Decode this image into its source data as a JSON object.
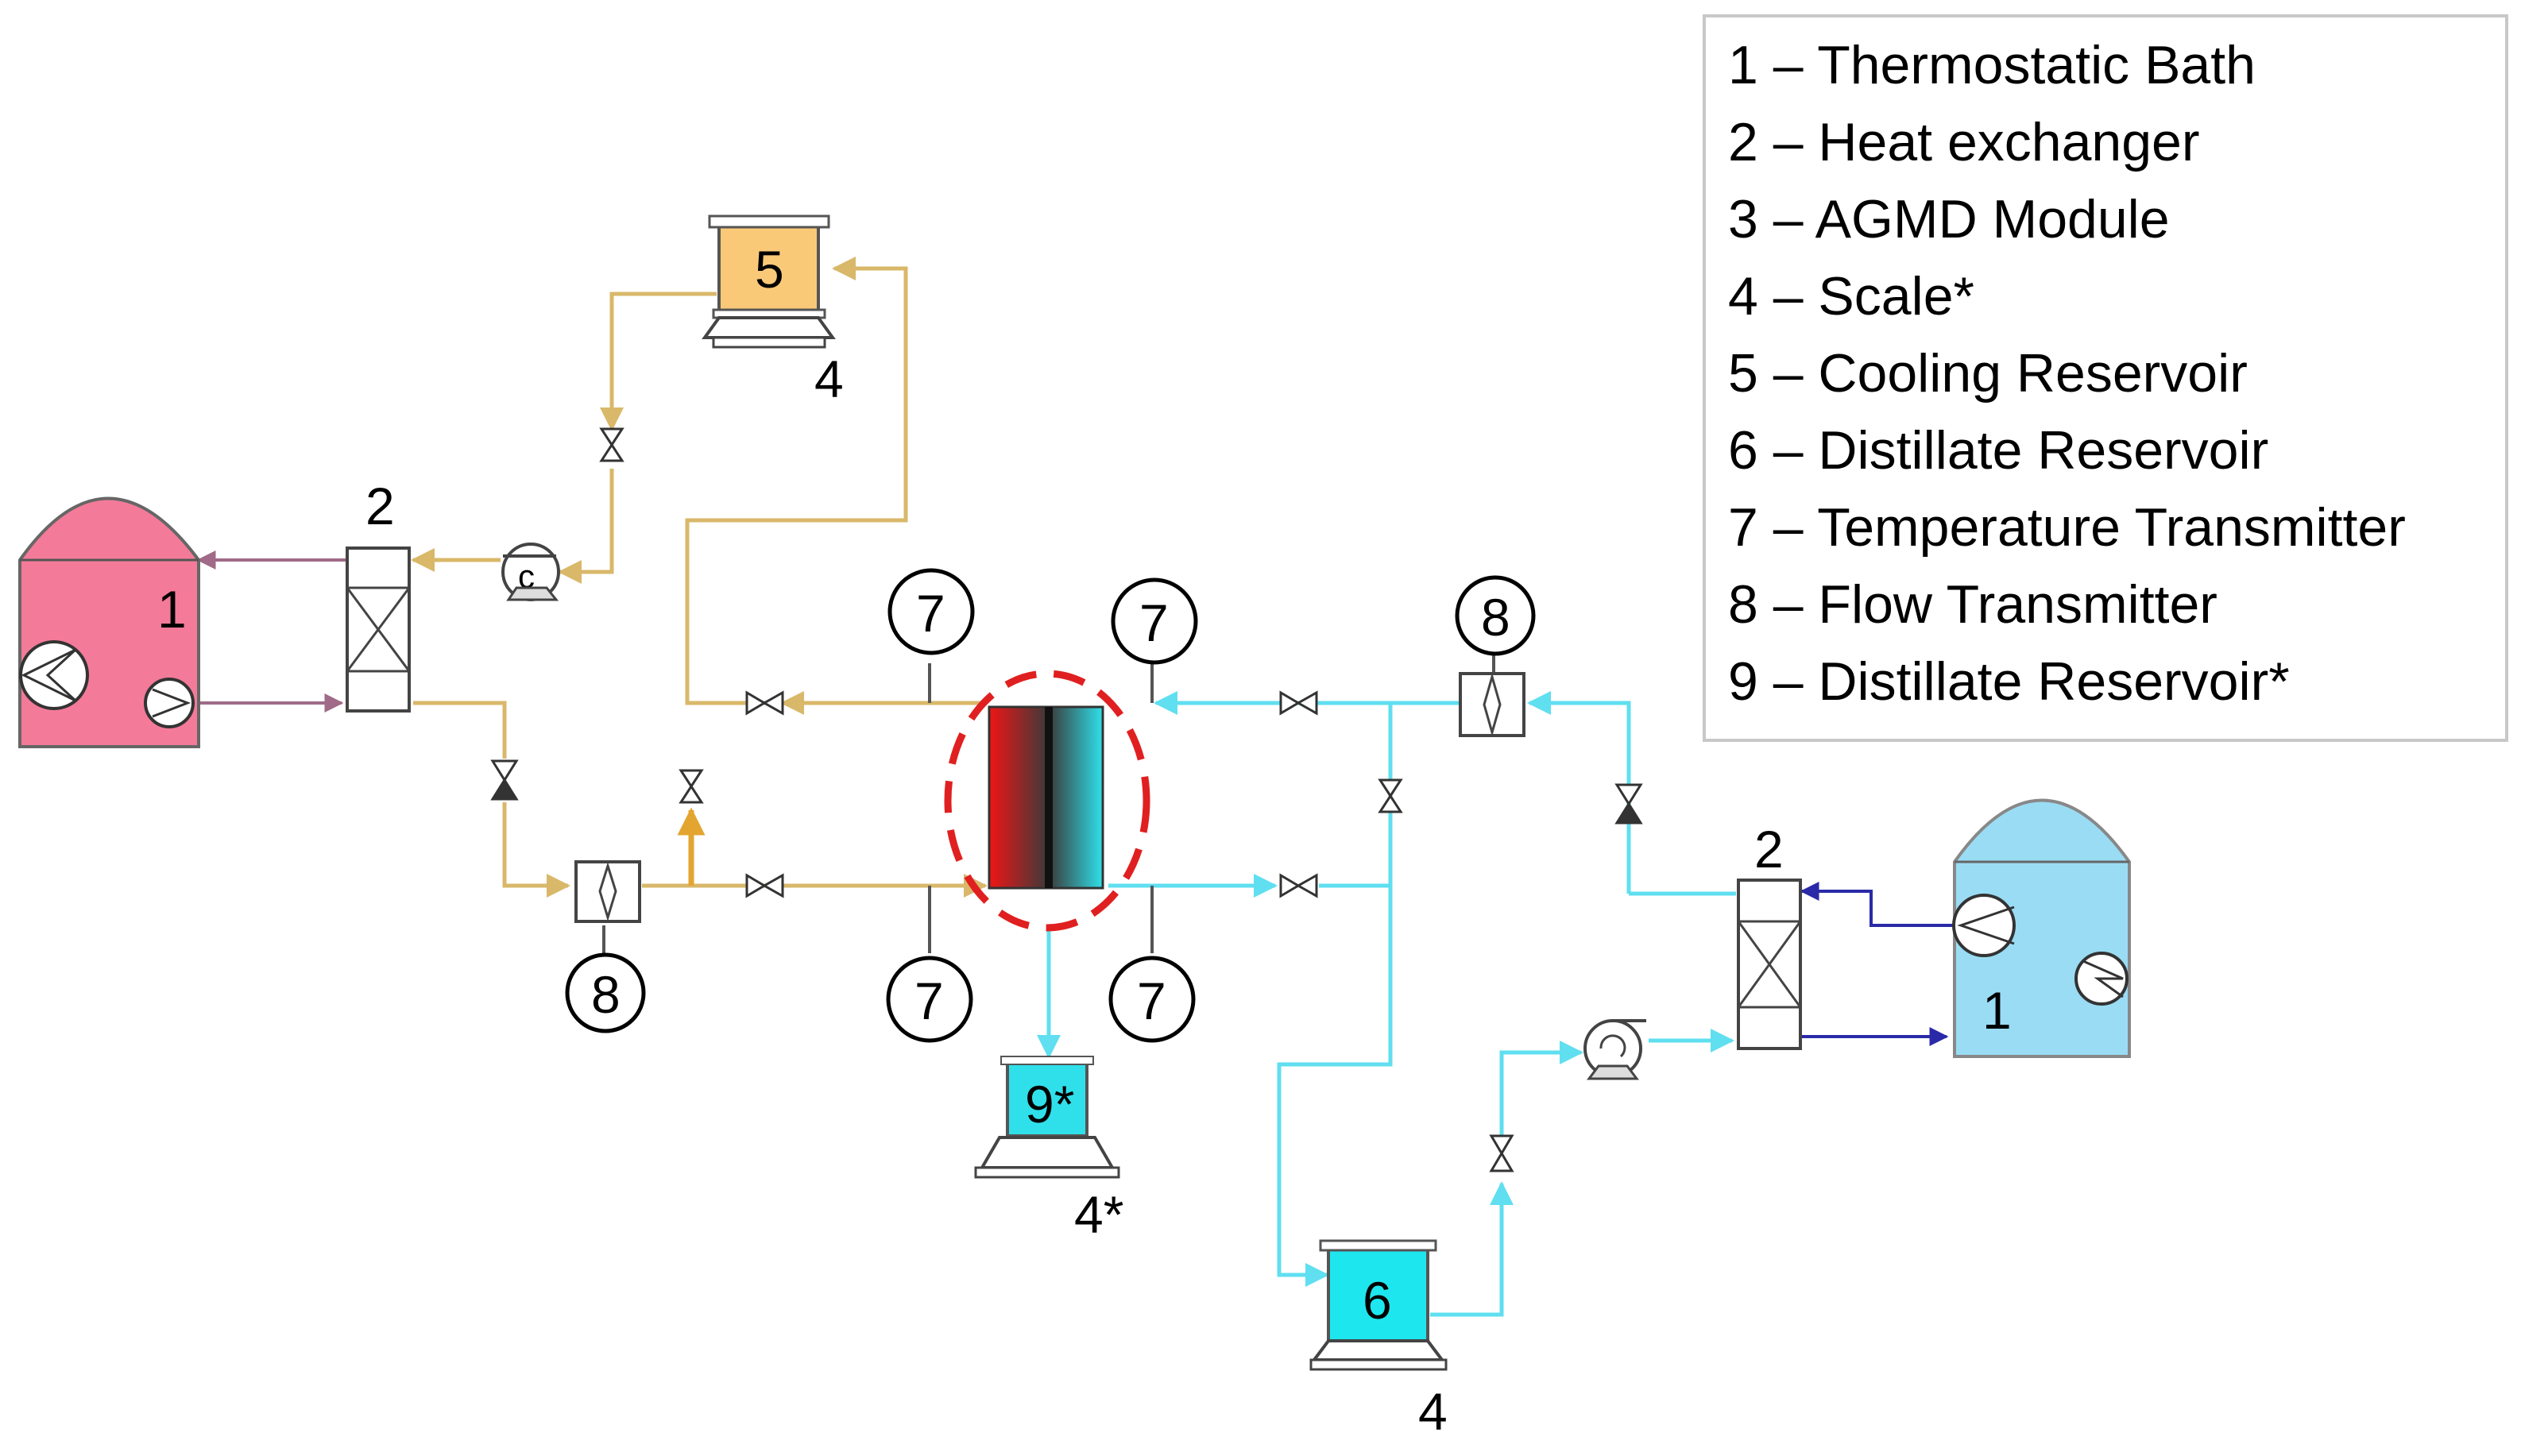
{
  "legend": {
    "items": [
      "1 – Thermostatic Bath",
      "2 – Heat exchanger",
      "3 – AGMD Module",
      "4 – Scale*",
      "5 – Cooling Reservoir",
      "6 – Distillate Reservoir",
      "7 – Temperature Transmitter",
      "8 – Flow Transmitter",
      "9 – Distillate Reservoir*"
    ]
  },
  "labels": {
    "bath_hot": "1",
    "bath_cold": "1",
    "hx_hot": "2",
    "hx_cold": "2",
    "scale_cooling": "4",
    "scale_distillate": "4",
    "scale_module": "4*",
    "cooling_reservoir": "5",
    "distillate_reservoir": "6",
    "temp_top_left": "7",
    "temp_top_right": "7",
    "temp_bottom_left": "7",
    "temp_bottom_right": "7",
    "flow_hot": "8",
    "flow_cold": "8",
    "distillate_reservoir_star": "9*"
  },
  "colors": {
    "hot_bath": "#f47a99",
    "cold_bath": "#9adcf4",
    "hot_line": "#d9b86a",
    "cold_line": "#5fdff0",
    "bath_hot_loop": "#a06a88",
    "bath_cold_loop": "#2a2aa8",
    "cooling_reservoir": "#f9c978",
    "distillate_reservoir": "#1ee6ee",
    "module_highlight": "#e02020"
  }
}
